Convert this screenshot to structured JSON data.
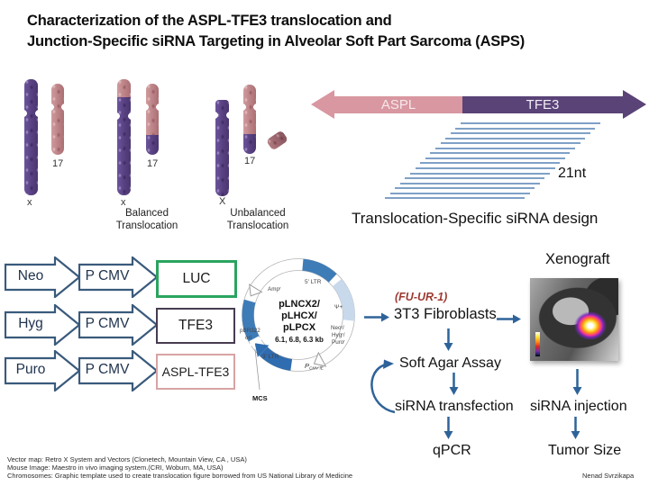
{
  "title": {
    "line1": "Characterization of the ASPL-TFE3 translocation and",
    "line2": "Junction-Specific siRNA Targeting in Alveolar Soft Part Sarcoma (ASPS)"
  },
  "karyotype": {
    "purple_color": "#5d4585",
    "pink_color": "#c08a8d",
    "normal": {
      "x_label": "x",
      "c17_label": "17"
    },
    "balanced": {
      "x_label": "x",
      "c17_label": "17",
      "cap1": "Balanced",
      "cap2": "Translocation"
    },
    "unbalanced": {
      "x_label": "X",
      "c17_label": "17",
      "cap1": "Unbalanced",
      "cap2": "Translocation"
    }
  },
  "fusion": {
    "left_label": "ASPL",
    "right_label": "TFE3",
    "left_color": "#d897a1",
    "right_color": "#5a4377"
  },
  "sirna": {
    "line_count": 16,
    "line_color": "#7fa0c7",
    "length_label": "21nt",
    "caption": "Translocation-Specific siRNA design"
  },
  "constructs": {
    "rows": [
      {
        "selection": "Neo",
        "promoter": "P CMV",
        "gene": "LUC",
        "gene_border": "#2aa45f"
      },
      {
        "selection": "Hyg",
        "promoter": "P CMV",
        "gene": "TFE3",
        "gene_border": "#473c50"
      },
      {
        "selection": "Puro",
        "promoter": "P CMV",
        "gene": "ASPL-TFE3",
        "gene_border": "#d8a3a3"
      }
    ]
  },
  "plasmid": {
    "name1": "pLNCX2/",
    "name2": "pLHCX/",
    "name3": "pLPCX",
    "sizes": "6.1, 6.8, 6.3 kb",
    "ltr5": "5' LTR",
    "psi": "Ψ+",
    "res1": "Neoʳ/",
    "res2": "Hygʳ/",
    "res3": "Puroʳ",
    "amp": "Ampʳ",
    "ori1": "pBR322",
    "ori2": "ori",
    "ltr3": "3' LTR",
    "pcmv_p": "P",
    "pcmv_sub": "CMV IE",
    "mcs": "MCS"
  },
  "flow": {
    "cell_note": "(FU-UR-1)",
    "note_color": "#9c3a32",
    "arrow_color": "#2e6399",
    "cells": "3T3 Fibroblasts",
    "soft_agar": "Soft Agar Assay",
    "transfection": "siRNA transfection",
    "qpcr": "qPCR",
    "xenograft": "Xenograft",
    "injection": "siRNA injection",
    "tumor": "Tumor Size"
  },
  "footer": {
    "line1": "Vector map: Retro X System and Vectors (Clonetech, Mountain View, CA , USA)",
    "line2": "Mouse Image: Maestro in vivo imaging system.(CRI, Woburn, MA, USA)",
    "line3": "Chromosomes: Graphic template used to create translocation figure borrowed from  US National Library of Medicine",
    "author": "Nenad Svrzikapa"
  }
}
